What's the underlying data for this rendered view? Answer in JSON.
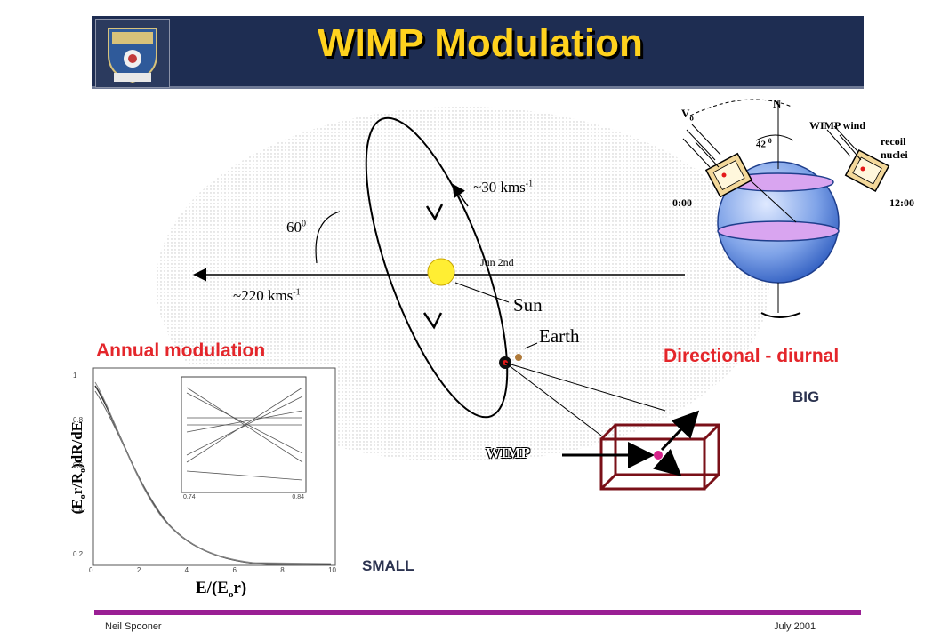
{
  "slide": {
    "title": "WIMP Modulation",
    "footer_left": "Neil Spooner",
    "footer_right": "July 2001"
  },
  "orbit_diagram": {
    "speed_orbital": "~30 kms",
    "speed_orbital_exp": "-1",
    "speed_galactic": "~220 kms",
    "speed_galactic_exp": "-1",
    "angle": "60",
    "angle_exp": "0",
    "date": "Jun 2nd",
    "sun_label": "Sun",
    "earth_label": "Earth",
    "wimp_label": "WIMP"
  },
  "labels": {
    "annual": "Annual modulation",
    "directional": "Directional - diurnal",
    "big": "BIG",
    "small": "SMALL"
  },
  "graph": {
    "ylabel_a": "(E",
    "ylabel_sub1": "o",
    "ylabel_b": "r/R",
    "ylabel_sub2": "o",
    "ylabel_c": ")dR/dE",
    "xlabel_a": "E/(E",
    "xlabel_sub": "o",
    "xlabel_b": "r)",
    "xticks": [
      "0",
      "2",
      "4",
      "6",
      "8",
      "10"
    ],
    "yticks": [
      "0.2",
      "0.4",
      "0.6",
      "0.8",
      "1"
    ],
    "inset_xticks": [
      "0.74",
      "0.84"
    ]
  },
  "globe": {
    "v0": "V",
    "v0_sub": "o",
    "north": "N",
    "wimp_wind": "WIMP wind",
    "recoil_1": "recoil",
    "recoil_2": "nuclei",
    "angle": "42",
    "angle_exp": "0",
    "time_left": "0:00",
    "time_right": "12:00"
  },
  "colors": {
    "title_bar": "#1e2d52",
    "title_text": "#ffd21e",
    "red_label": "#e4262b",
    "footer_bar": "#9a1f94",
    "detector": "#7a1018"
  }
}
